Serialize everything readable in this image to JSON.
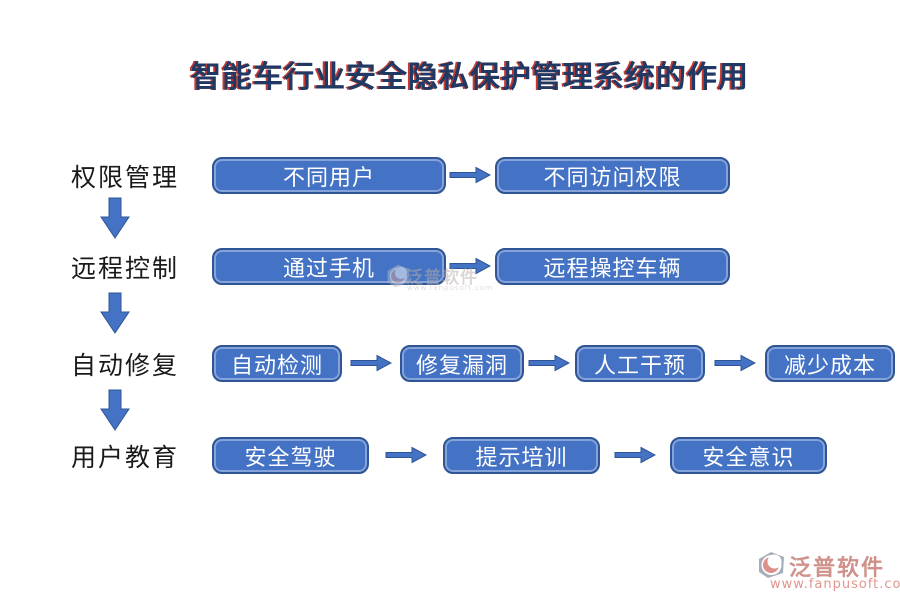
{
  "title": "智能车行业安全隐私保护管理系统的作用",
  "rows": [
    {
      "label": "权限管理",
      "boxes": [
        "不同用户",
        "不同访问权限"
      ]
    },
    {
      "label": "远程控制",
      "boxes": [
        "通过手机",
        "远程操控车辆"
      ]
    },
    {
      "label": "自动修复",
      "boxes": [
        "自动检测",
        "修复漏洞",
        "人工干预",
        "减少成本"
      ]
    },
    {
      "label": "用户教育",
      "boxes": [
        "安全驾驶",
        "提示培训",
        "安全意识"
      ]
    }
  ],
  "icons": {
    "right_arrow": "block-arrow-right",
    "down_arrow": "block-arrow-down"
  },
  "watermark": {
    "text": "泛普软件",
    "url": "www.fanpusoft.com"
  },
  "footer_logo": {
    "text": "泛普软件",
    "url": "www.fanpusoft.com"
  },
  "colors": {
    "box_fill": "#4472C4",
    "box_border": "#2F5597",
    "arrow_fill": "#4472C4",
    "title_color": "#1F3864",
    "title_shadow": "#C43C31",
    "label_color": "#1A1A1A",
    "logo_salmon": "#DD9089",
    "logo_gray": "#A8AEB9"
  }
}
